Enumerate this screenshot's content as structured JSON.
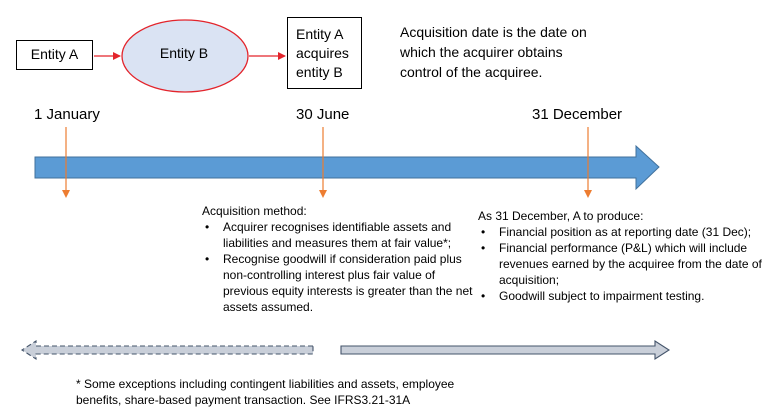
{
  "entities": {
    "entity_a": "Entity A",
    "entity_b": "Entity B",
    "acquisition_lines": [
      "Entity A",
      "acquires",
      "entity B"
    ]
  },
  "definition": {
    "lines": [
      "Acquisition date is the date on",
      "which the acquirer obtains",
      "control of the acquiree."
    ]
  },
  "timeline": {
    "dates": [
      "1 January",
      "30 June",
      "31 December"
    ]
  },
  "acquisition_method": {
    "heading": "Acquisition method:",
    "bullets": [
      "Acquirer recognises identifiable assets and liabilities and measures them at fair value*;",
      "Recognise goodwill if consideration paid plus non-controlling interest plus fair value of previous equity interests is greater than the net assets assumed."
    ]
  },
  "year_end": {
    "heading": "As 31 December, A to produce:",
    "bullets": [
      "Financial position as at reporting date (31 Dec);",
      "Financial performance (P&L) which will include revenues earned by the acquiree from the date of acquisition;",
      "Goodwill subject to impairment testing."
    ]
  },
  "footnote": "* Some exceptions including contingent liabilities and assets, employee benefits, share-based payment transaction. See IFRS3.21-31A",
  "colors": {
    "timeline_blue": "#5b9bd5",
    "timeline_blue_edge": "#41719c",
    "entity_b_fill": "#dae3f3",
    "entity_b_stroke": "#e3242b",
    "connector_red": "#e3242b",
    "marker_orange": "#ed7d31",
    "period_arrow_fill": "#c9cfd9",
    "period_arrow_edge": "#44546a"
  }
}
